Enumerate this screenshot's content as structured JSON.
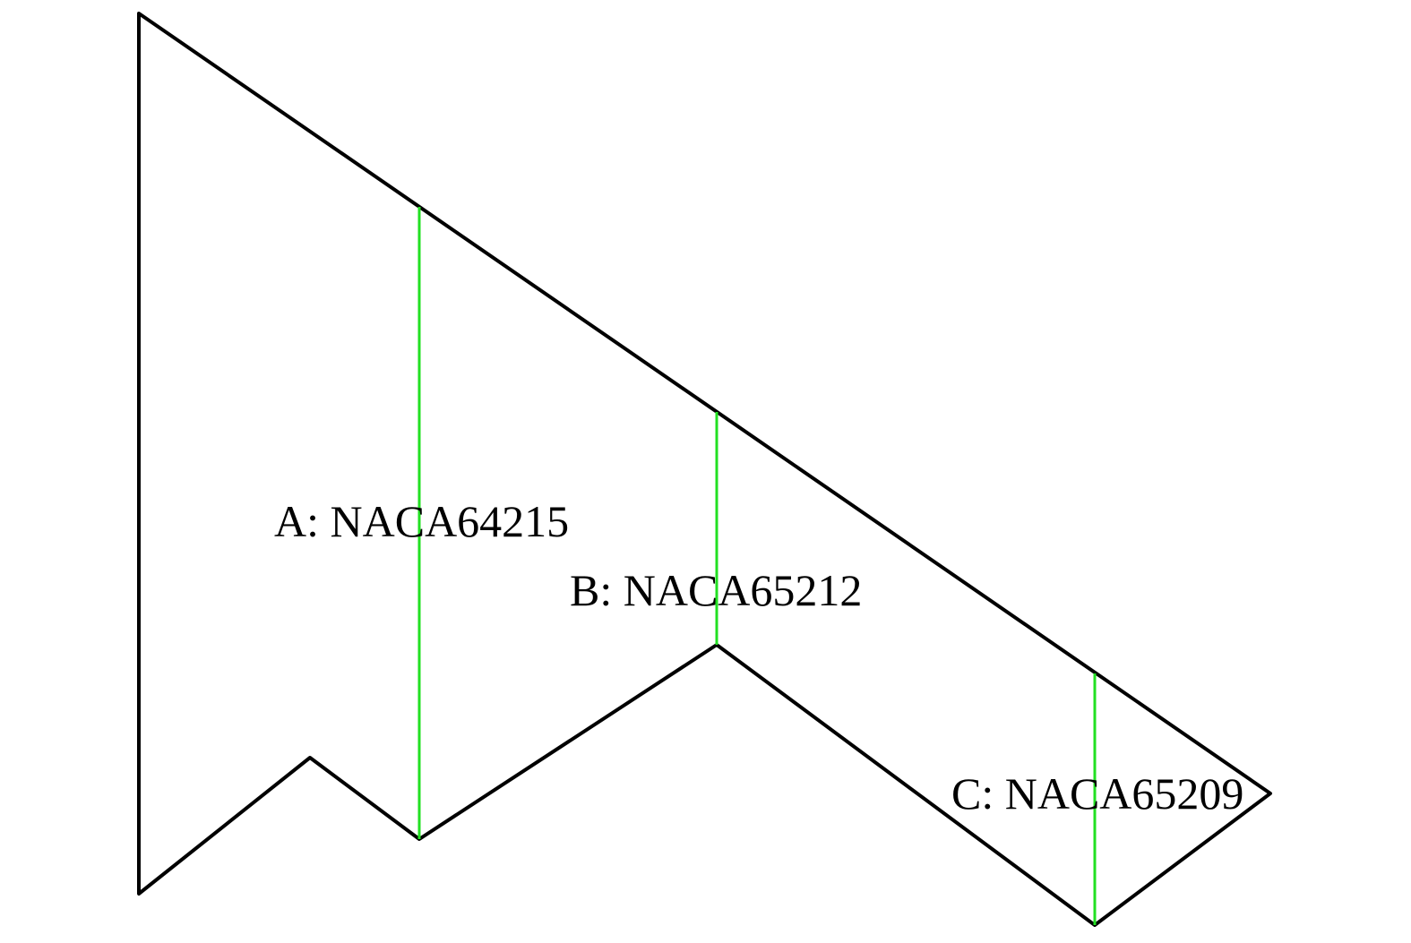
{
  "diagram": {
    "colors": {
      "outline": "#000000",
      "section_line": "#22e022",
      "background": "#ffffff"
    },
    "sections": [
      {
        "id": "A",
        "label": "A: NACA64215"
      },
      {
        "id": "B",
        "label": "B: NACA65212"
      },
      {
        "id": "C",
        "label": "C: NACA65209"
      }
    ]
  }
}
